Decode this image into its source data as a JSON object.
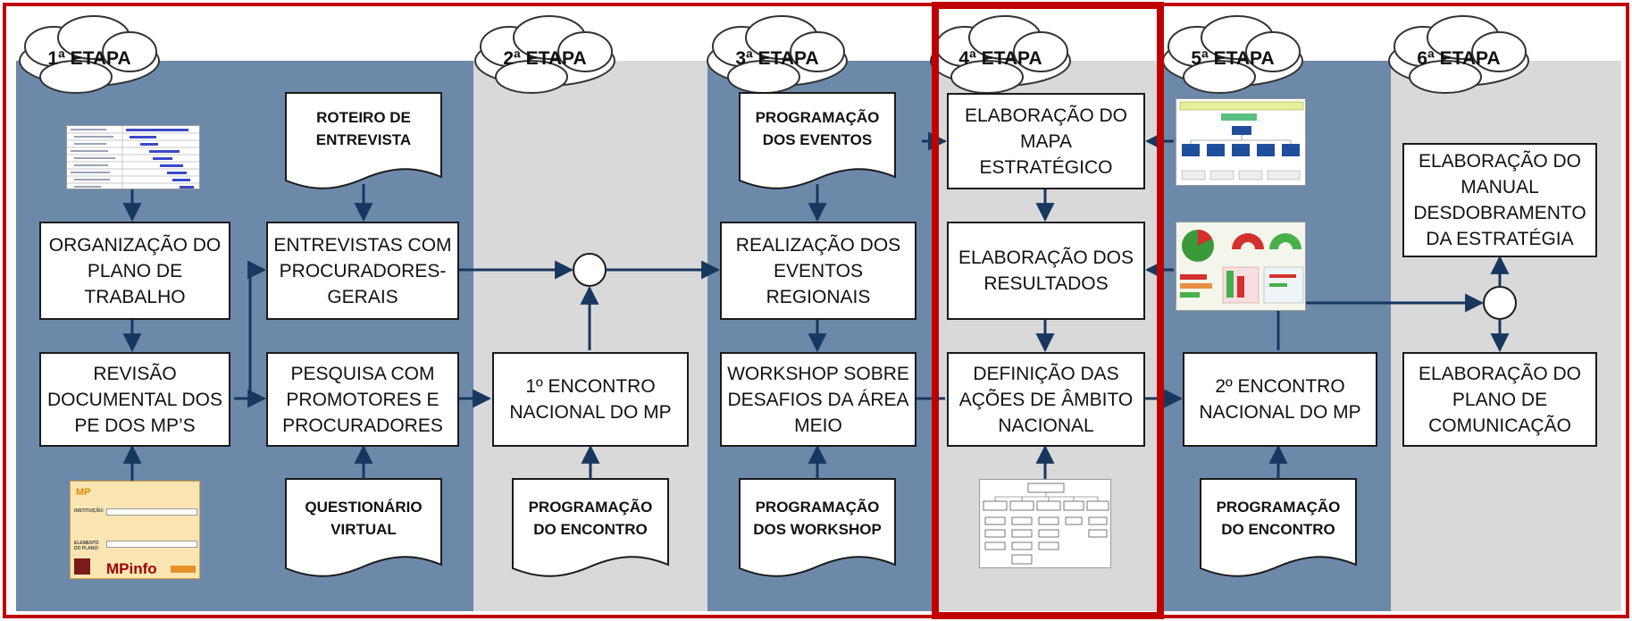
{
  "stages": [
    {
      "label": "1ª ETAPA"
    },
    {
      "label": "2ª ETAPA"
    },
    {
      "label": "3ª ETAPA"
    },
    {
      "label": "4ª ETAPA"
    },
    {
      "label": "5ª ETAPA"
    },
    {
      "label": "6ª ETAPA"
    }
  ],
  "colors": {
    "dark_band": "#6d89aa",
    "light_band": "#d9d9d9",
    "arrow": "#17375e",
    "frame": "#c00000"
  },
  "process": {
    "organizacao": "ORGANIZAÇÃO DO PLANO DE TRABALHO",
    "revisao": "REVISÃO DOCUMENTAL DOS PE DOS MP’S",
    "entrevistas": "ENTREVISTAS COM PROCURADORES-GERAIS",
    "pesquisa": "PESQUISA COM PROMOTORES E PROCURADORES",
    "encontro1": "1º ENCONTRO NACIONAL DO MP",
    "realizacao": "REALIZAÇÃO DOS EVENTOS REGIONAIS",
    "workshop": "WORKSHOP SOBRE DESAFIOS DA ÁREA MEIO",
    "mapa": "ELABORAÇÃO DO MAPA ESTRATÉGICO",
    "resultados": "ELABORAÇÃO DOS RESULTADOS",
    "definicao": "DEFINIÇÃO DAS AÇÕES DE ÂMBITO NACIONAL",
    "encontro2": "2º ENCONTRO NACIONAL DO MP",
    "manual": "ELABORAÇÃO DO MANUAL DESDOBRAMENTO DA ESTRATÉGIA",
    "comunicacao": "ELABORAÇÃO DO PLANO DE COMUNICAÇÃO"
  },
  "documents": {
    "roteiro": "ROTEIRO DE ENTREVISTA",
    "questionario": "QUESTIONÁRIO VIRTUAL",
    "prog_encontro1": "PROGRAMAÇÃO DO ENCONTRO",
    "prog_eventos": "PROGRAMAÇÃO DOS EVENTOS",
    "prog_workshop": "PROGRAMAÇÃO DOS WORKSHOP",
    "prog_encontro2": "PROGRAMAÇÃO DO ENCONTRO"
  },
  "mpinfo": {
    "logo": "MPinfo",
    "mark": "MP",
    "instituicao": "INSTITUIÇÃO:",
    "elemento": "ELEMENTO DO PLANO:"
  }
}
